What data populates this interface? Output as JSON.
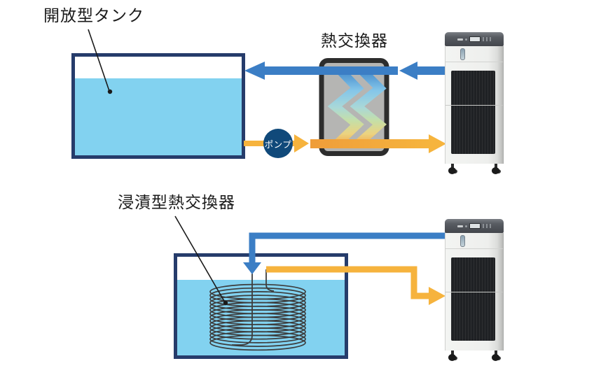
{
  "diagram": {
    "top_loop": {
      "tank_label": "開放型タンク",
      "heat_exchanger_label": "熱交換器",
      "pump_label": "ポンプ"
    },
    "bottom_loop": {
      "immersion_label": "浸漬型熱交換器"
    },
    "colors": {
      "cold_pipe_blue": "#3b7ec5",
      "warm_pipe_yellow": "#f6b33d",
      "warm_pipe_orange": "#ef9d3a",
      "tank_border_navy": "#263c6b",
      "water_blue": "#82d2f0",
      "pump_navy": "#10497a",
      "hx_frame_dark": "#2d2d2d",
      "hx_plate_gray": "#b5b5b3",
      "coil_line_gray": "#3d3d3d",
      "label_text": "#1a1a1a"
    }
  }
}
